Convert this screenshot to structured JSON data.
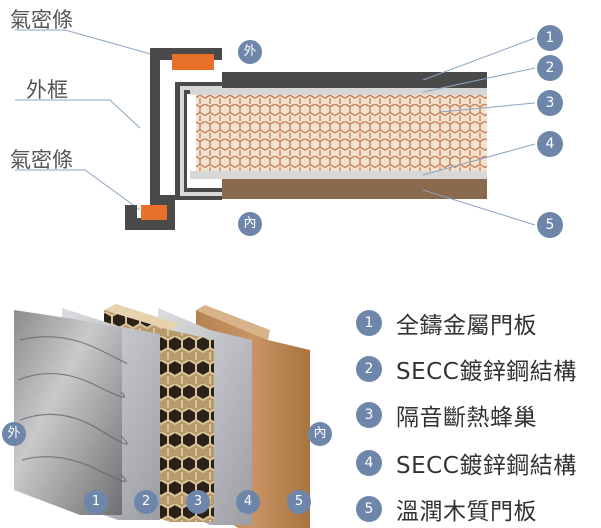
{
  "top_diagram": {
    "label_seal_top": "氣密條",
    "label_frame": "外框",
    "label_seal_bottom": "氣密條",
    "outer_marker": "外",
    "inner_marker": "內",
    "layer_markers": [
      "1",
      "2",
      "3",
      "4",
      "5"
    ]
  },
  "bottom_diagram": {
    "outer_marker": "外",
    "inner_marker": "內",
    "panel_markers": [
      "1",
      "2",
      "3",
      "4",
      "5"
    ]
  },
  "legend": [
    {
      "num": "1",
      "label": "全鑄金屬門板"
    },
    {
      "num": "2",
      "label": "SECC鍍鋅鋼結構"
    },
    {
      "num": "3",
      "label": "隔音斷熱蜂巢"
    },
    {
      "num": "4",
      "label": "SECC鍍鋅鋼結構"
    },
    {
      "num": "5",
      "label": "溫潤木質門板"
    }
  ],
  "colors": {
    "badge": "#6e86a9",
    "seal": "#e8702a",
    "frame": "#4a4a4a",
    "honeycomb": "#c9845a",
    "wood": "#8a6a4c"
  }
}
